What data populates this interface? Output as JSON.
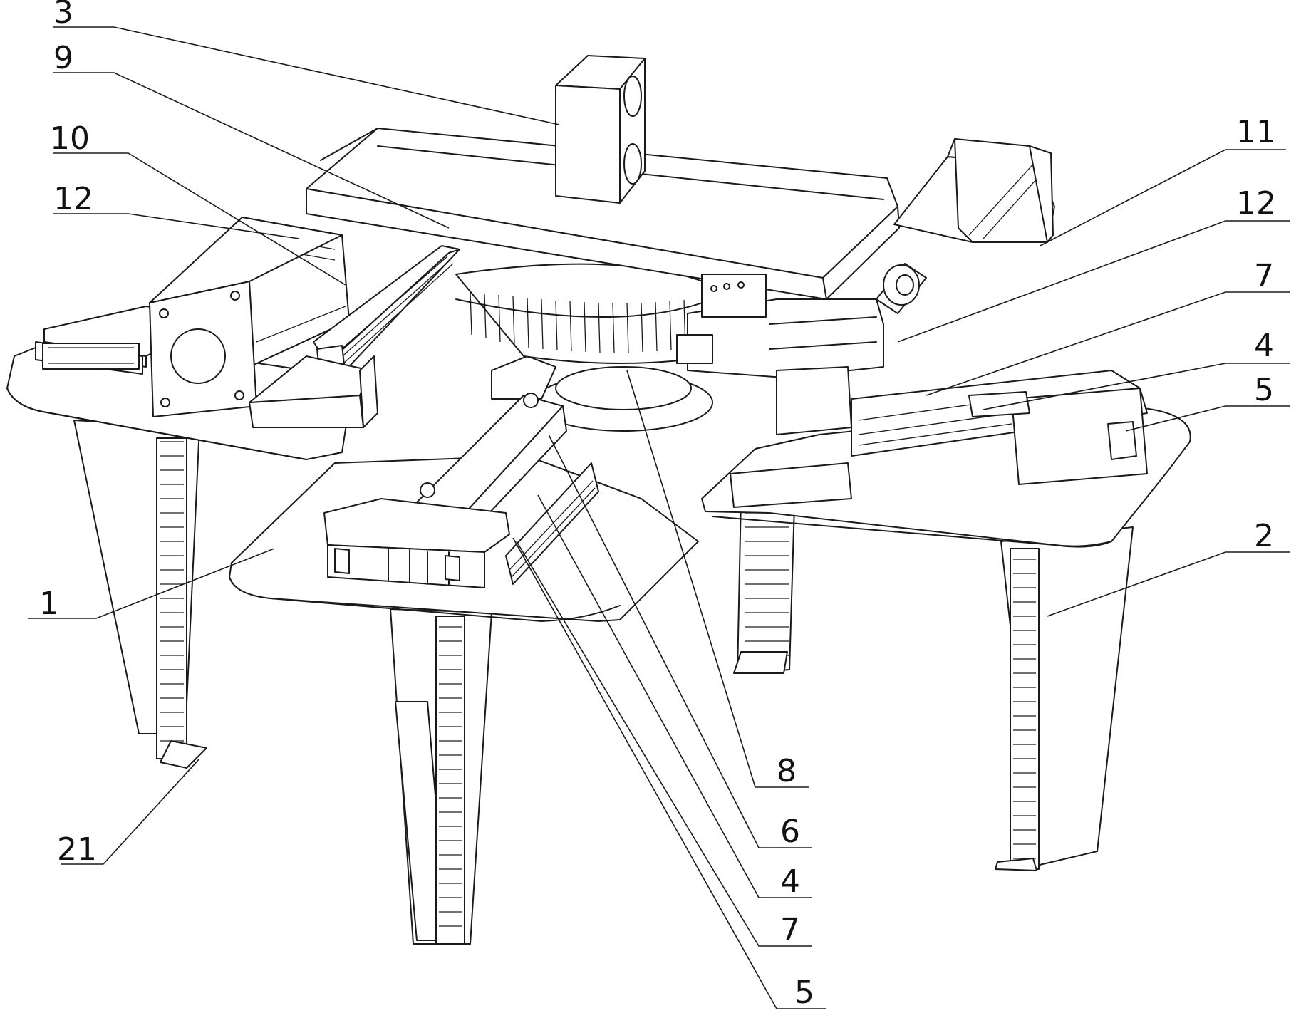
{
  "labels": [
    {
      "id": "label-3-top",
      "text": "3"
    },
    {
      "id": "label-9",
      "text": "9"
    },
    {
      "id": "label-10",
      "text": "10"
    },
    {
      "id": "label-12-left",
      "text": "12"
    },
    {
      "id": "label-1",
      "text": "1"
    },
    {
      "id": "label-21",
      "text": "21"
    },
    {
      "id": "label-11",
      "text": "11"
    },
    {
      "id": "label-12-right",
      "text": "12"
    },
    {
      "id": "label-7-right",
      "text": "7"
    },
    {
      "id": "label-4-right",
      "text": "4"
    },
    {
      "id": "label-5-right",
      "text": "5"
    },
    {
      "id": "label-2",
      "text": "2"
    },
    {
      "id": "label-8",
      "text": "8"
    },
    {
      "id": "label-6",
      "text": "6"
    },
    {
      "id": "label-4-bottom",
      "text": "4"
    },
    {
      "id": "label-7-bottom",
      "text": "7"
    },
    {
      "id": "label-5-bottom",
      "text": "5"
    }
  ],
  "colors": {
    "line": "#1a1a1a",
    "background": "#ffffff"
  }
}
